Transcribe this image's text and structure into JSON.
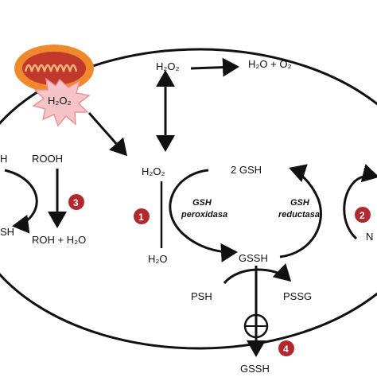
{
  "colors": {
    "cell_outline": "#111111",
    "arrow": "#111111",
    "mito_outer": "#f0892b",
    "mito_inner": "#c0392b",
    "burst_fill": "#f6c4c8",
    "badge": "#b3282d"
  },
  "icons": [
    "mitochondrion-icon",
    "ros-burst-icon"
  ],
  "labels": {
    "h2o2_burst": "H₂O₂",
    "h2o2_top": "H₂O₂",
    "h2o_o2": "H₂O + O₂",
    "h2o2_center": "H₂O₂",
    "gsh_2": "2 GSH",
    "h2o_center": "H₂O",
    "gssh_center": "GSSH",
    "psh": "PSH",
    "pssg": "PSSG",
    "gssh_out": "GSSH",
    "rooh": "ROOH",
    "roh_h2o": "ROH +  H₂O",
    "left_h": "H",
    "left_sh": "SH",
    "right_n": "N",
    "gsh_perox_1": "GSH",
    "gsh_perox_2": "peroxidasa",
    "gsh_red_1": "GSH",
    "gsh_red_2": "reductasa"
  },
  "badges": [
    "1",
    "2",
    "3",
    "4"
  ]
}
